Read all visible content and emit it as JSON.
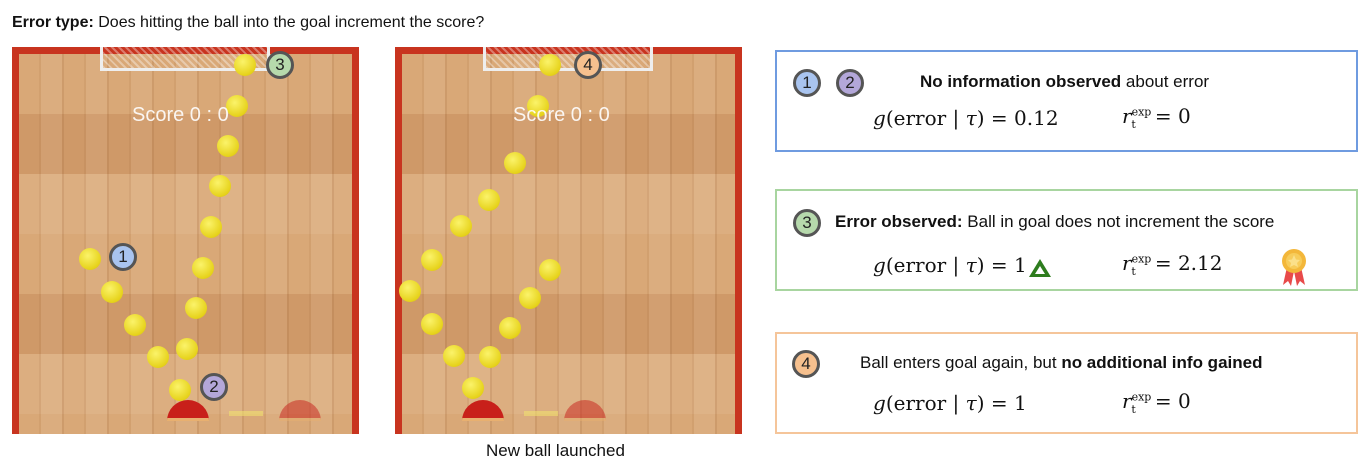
{
  "title": {
    "label": "Error type:",
    "text": " Does hitting the ball into the goal increment the score?"
  },
  "courts": [
    {
      "score": "Score 0 : 0"
    },
    {
      "score": "Score 0 : 0"
    }
  ],
  "badges": {
    "b1": "1",
    "b2": "2",
    "b3": "3",
    "b4": "4"
  },
  "badge_colors": {
    "1": "#a9c4ef",
    "2": "#b3a7d9",
    "3": "#b6d9ac",
    "4": "#f6c08e"
  },
  "caption": "New ball launched",
  "panels": [
    {
      "bold": "No information observed",
      "rest": " about error",
      "g": "0.12",
      "r": "0",
      "color": "#6f9be0"
    },
    {
      "bold": "Error observed:",
      "rest": " Ball in goal does not increment the score",
      "g": "1",
      "r": "2.12",
      "color": "#a8d5a0",
      "icons": [
        "delta-icon",
        "medal-icon"
      ]
    },
    {
      "pre": "Ball enters goal again, but ",
      "bold": "no additional info gained",
      "g": "1",
      "r": "0",
      "color": "#f5c59a"
    }
  ],
  "math": {
    "g_lhs": "g",
    "err": "error",
    "tau": "τ",
    "r": "r",
    "r_sup": "exp",
    "r_sub": "t",
    "eq": "="
  }
}
